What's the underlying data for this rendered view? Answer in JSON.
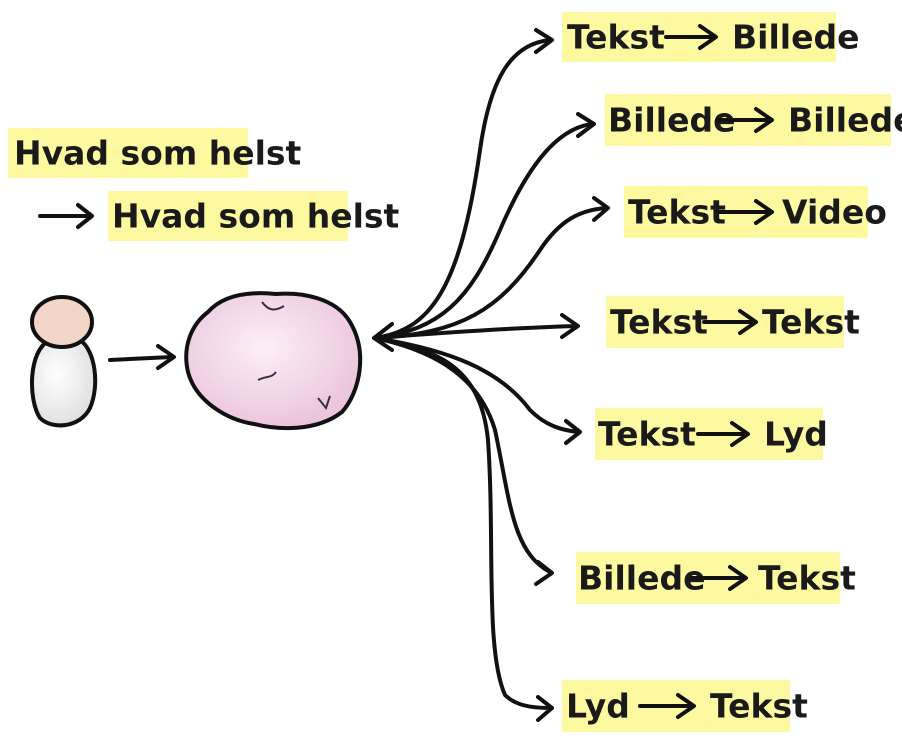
{
  "intro": {
    "line1": "Hvad som helst",
    "line2": "Hvad som helst"
  },
  "tasks": [
    {
      "from": "Tekst",
      "to": "Billede"
    },
    {
      "from": "Billede",
      "to": "Billede"
    },
    {
      "from": "Tekst",
      "to": "Video"
    },
    {
      "from": "Tekst",
      "to": "Tekst"
    },
    {
      "from": "Tekst",
      "to": "Lyd"
    },
    {
      "from": "Billede",
      "to": "Tekst"
    },
    {
      "from": "Lyd",
      "to": "Tekst"
    }
  ],
  "colors": {
    "highlight": "#fcf9a0",
    "model_fill": "#f0d4e6",
    "figure_head": "#f1d5c6"
  }
}
